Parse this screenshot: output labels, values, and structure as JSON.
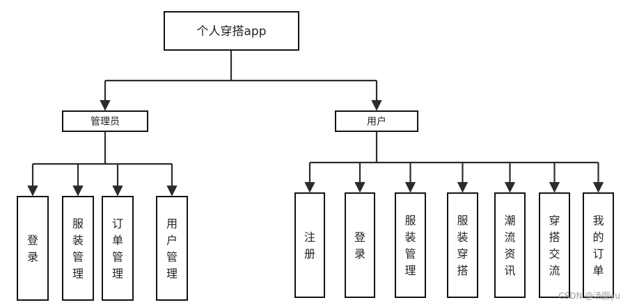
{
  "root": {
    "label": "个人穿搭app"
  },
  "roles": [
    {
      "id": "admin",
      "label": "管理员",
      "children": [
        "登录",
        "服装管理",
        "订单管理",
        "用户管理"
      ]
    },
    {
      "id": "user",
      "label": "用户",
      "children": [
        "注册",
        "登录",
        "服装管理",
        "服装穿搭",
        "潮流资讯",
        "穿搭交流",
        "我的订单"
      ]
    }
  ],
  "watermark": "CSDN @汤圆yu"
}
